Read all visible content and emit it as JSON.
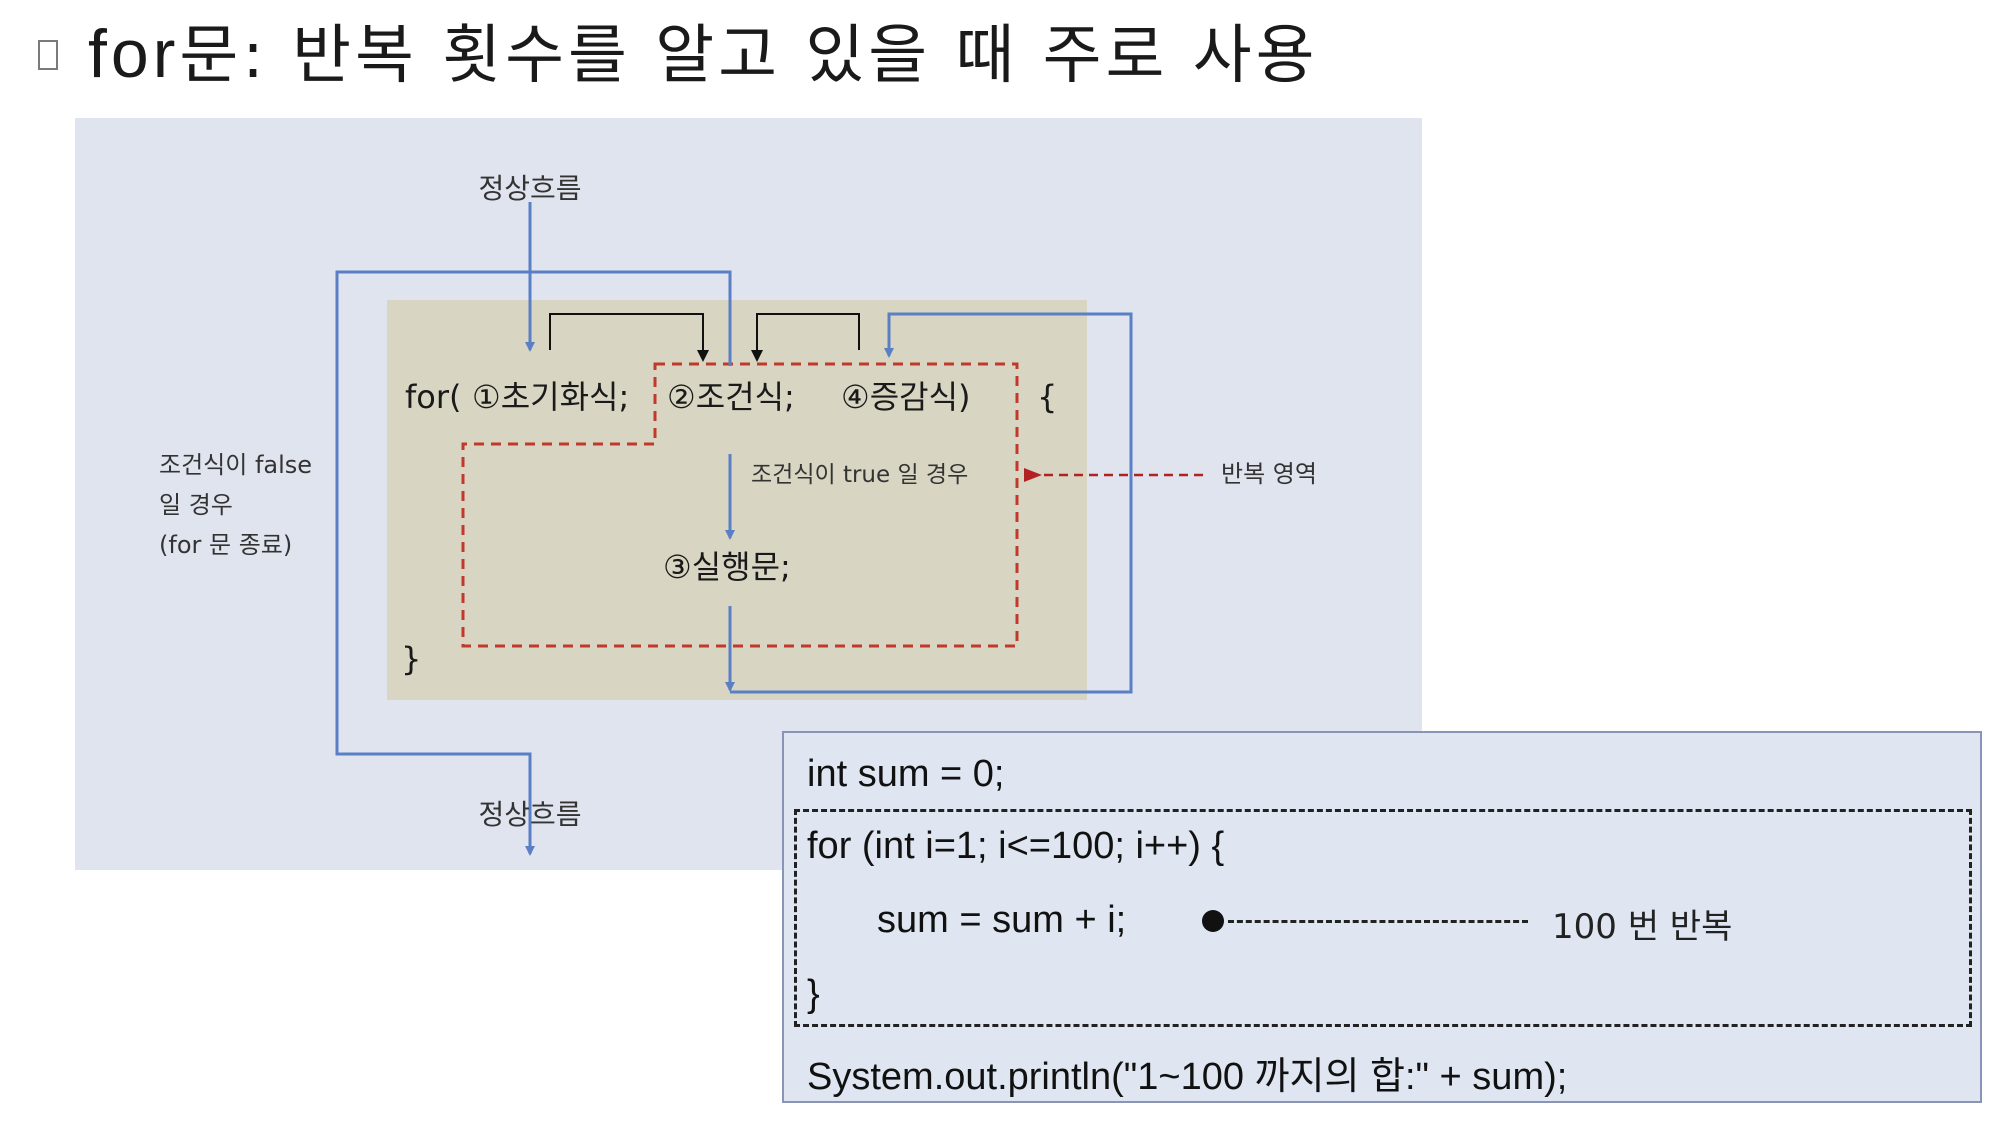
{
  "heading": {
    "bullet_icon": "square-bullet",
    "keyword": "for",
    "text": "문: 반복 횟수를 알고 있을 때 주로 사용"
  },
  "flow": {
    "colors": {
      "panel": "#dfe4ef",
      "code_area": "#d8d6c3",
      "flow_line": "#5b7fc4",
      "repeat_region": "#c0392b"
    },
    "normal_flow_top": "정상흐름",
    "normal_flow_bottom": "정상흐름",
    "for_open": "for(",
    "init": "①초기화식;",
    "condition": "②조건식;",
    "update": "④증감식)",
    "brace_open": "{",
    "brace_close": "}",
    "body": "③실행문;",
    "true_label": "조건식이 true 일 경우",
    "false_label_lines": [
      "조건식이 false",
      "일 경우",
      "(for 문 종료)"
    ],
    "repeat_region_label": "반복 영역"
  },
  "code": {
    "lines": [
      "int sum = 0;",
      "for (int i=1; i<=100; i++) {",
      "sum = sum + i;",
      "}",
      "System.out.println(\"1~100 까지의 합:\" + sum);"
    ],
    "repeat_note": "100 번 반복"
  }
}
